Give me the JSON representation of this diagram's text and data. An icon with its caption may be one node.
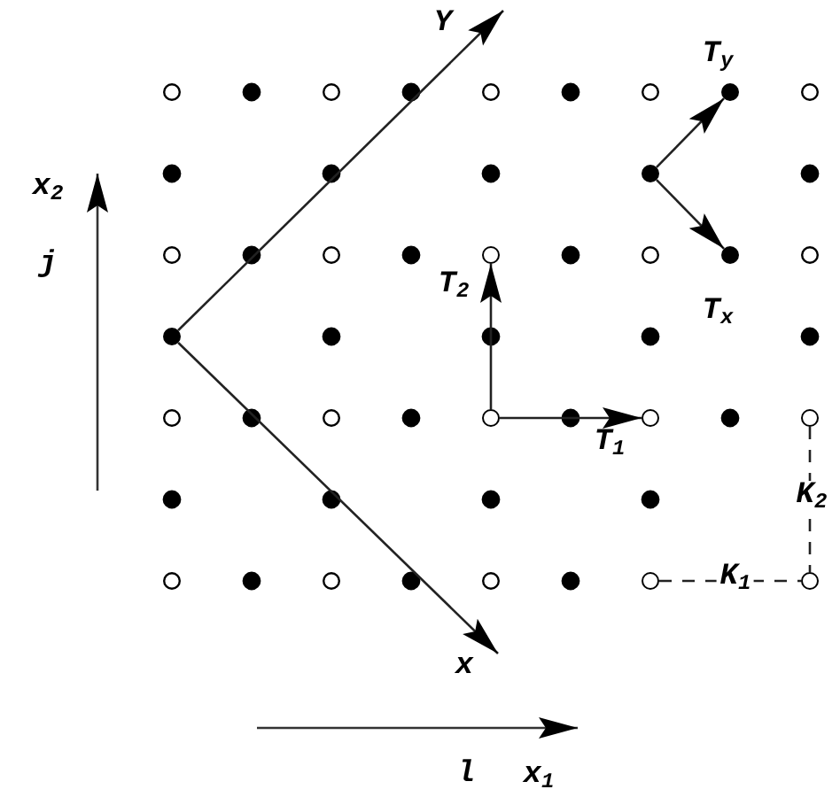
{
  "diagram": {
    "nodes": [
      {
        "text": [],
        "shape": "circle"
      },
      {
        "text": [],
        "shape": "circle"
      },
      {
        "text": [],
        "shape": "circle"
      },
      {
        "text": [],
        "shape": "circle"
      },
      {
        "text": [],
        "shape": "circle"
      },
      {
        "text": [],
        "shape": "circle"
      },
      {
        "text": [],
        "shape": "circle"
      },
      {
        "text": [],
        "shape": "circle"
      },
      {
        "text": [],
        "shape": "circle"
      },
      {
        "text": [],
        "shape": "circle"
      }
    ],
    "edges": [
      {
        "from": 0,
        "to": null,
        "arrow": "to",
        "label": "Y"
      },
      {
        "from": 0,
        "to": null,
        "arrow": "to",
        "label": "x"
      },
      {
        "from": 1,
        "to": 2,
        "arrow": "to",
        "label": "T$_{2}$"
      },
      {
        "from": 1,
        "to": 3,
        "arrow": "to",
        "label": "T$_{1}$"
      },
      {
        "from": 4,
        "to": 5,
        "arrow": "to",
        "label": "T$_{y}$"
      },
      {
        "from": 4,
        "to": 6,
        "arrow": "to",
        "label": "T$_{x}$"
      },
      {
        "from": 7,
        "to": 8,
        "arrow": "none",
        "label": "K$_{1}$",
        "style": "dashed"
      },
      {
        "from": 9,
        "to": 8,
        "arrow": "none",
        "label": "K$_{2}$",
        "style": "dashed"
      }
    ],
    "labels": [
      "x$_{2}$",
      "j",
      "l",
      "x$_{1}$"
    ]
  }
}
